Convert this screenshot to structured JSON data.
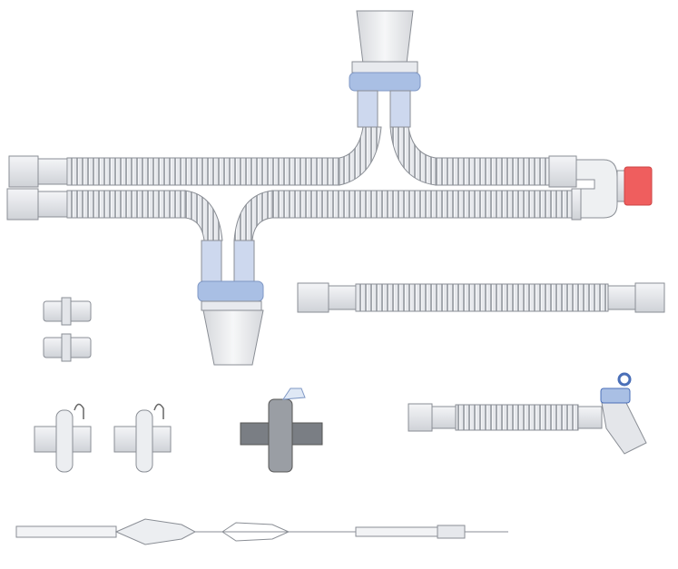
{
  "colors": {
    "background": "#ffffff",
    "tube": "#e4e6ea",
    "tube_rib": "#9fa3aa",
    "connector": "#e9eaed",
    "outline": "#8a8e95",
    "blue_ring": "#a9bfe4",
    "red_cap": "#ef5e5e",
    "filter_dark": "#707479"
  },
  "components": [
    "dual-limb-circuit-with-water-traps",
    "straight-corrugated-tube",
    "straight-connector-pair",
    "filters",
    "hme-filter",
    "catheter-mount-elbow",
    "sampling-line"
  ]
}
